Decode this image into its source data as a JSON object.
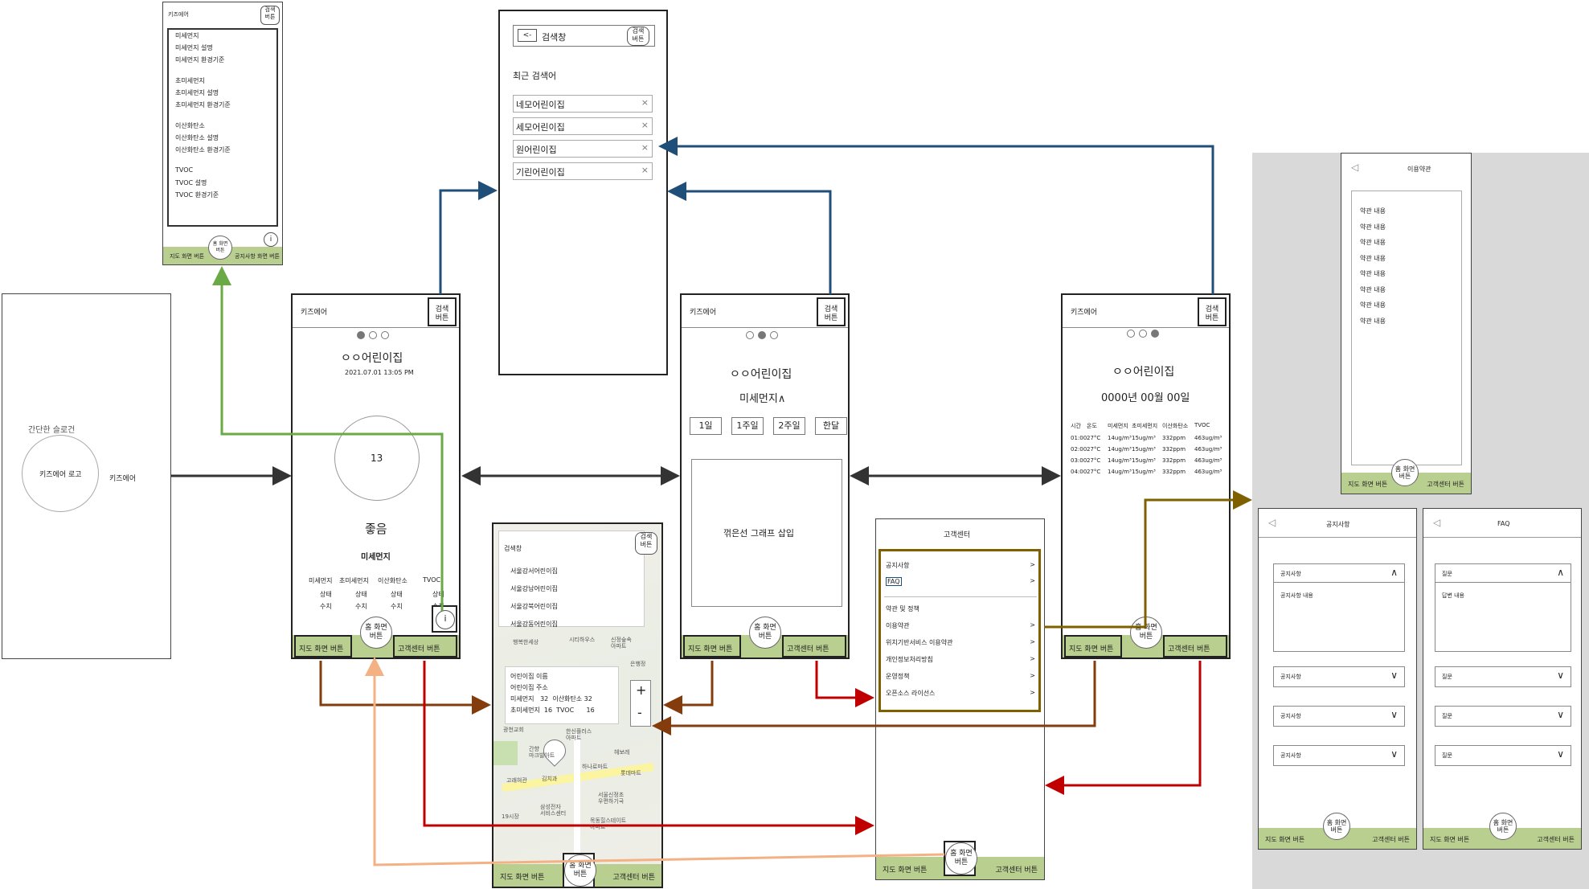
{
  "splash": {
    "tagline": "간단한 슬로건",
    "logo": "키즈에어 로고",
    "name": "키즈에어"
  },
  "common": {
    "app_title": "키즈에어",
    "search_btn": "검색\n버튼",
    "home_btn": "홈 화면\n버튼",
    "map_btn": "지도 화면 버튼",
    "cs_btn": "고객센터 버튼",
    "notice_btn": "공지사항 화면 버튼",
    "info_icon": "i"
  },
  "info_screen": {
    "title": "키즈에어",
    "search_btn": "검색\n버튼",
    "groups": [
      [
        "미세먼지",
        "미세먼지 설명",
        "미세먼지 환경기준"
      ],
      [
        "초미세먼지",
        "초미세먼지 설명",
        "초미세먼지 환경기준"
      ],
      [
        "이산화탄소",
        "이산화탄소 설명",
        "이산화탄소 환경기준"
      ],
      [
        "TVOC",
        "TVOC 설명",
        "TVOC 환경기준"
      ]
    ]
  },
  "search_screen": {
    "back": "<-",
    "title": "검색창",
    "btn": "검색\n버튼",
    "recent_label": "최근 검색어",
    "recent": [
      "네모어린이집",
      "세모어린이집",
      "원어린이집",
      "기린어린이집"
    ],
    "clear": "×"
  },
  "main_screen": {
    "daycare": "ㅇㅇ어린이집",
    "datetime": "2021.07.01 13:05 PM",
    "value": "13",
    "status": "좋음",
    "pollutant": "미세먼지",
    "cols": [
      "미세먼지",
      "초미세먼지",
      "이산화탄소",
      "TVOC"
    ],
    "row1": "상태",
    "row2": "수치"
  },
  "graph_screen": {
    "daycare": "ㅇㅇ어린이집",
    "pollutant": "미세먼지∧",
    "tabs": [
      "1일",
      "1주일",
      "2주일",
      "한달"
    ],
    "placeholder": "꺾은선 그래프 삽입"
  },
  "table_screen": {
    "daycare": "ㅇㅇ어린이집",
    "date": "0000년 00월 00일",
    "headers": [
      "시간",
      "온도",
      "미세먼지",
      "초미세먼지",
      "이산화탄소",
      "TVOC"
    ],
    "rows": [
      [
        "01:00",
        "27°C",
        "14ug/m³",
        "15ug/m³",
        "332ppm",
        "463ug/m³"
      ],
      [
        "02:00",
        "27°C",
        "14ug/m³",
        "15ug/m³",
        "332ppm",
        "463ug/m³"
      ],
      [
        "03:00",
        "27°C",
        "14ug/m³",
        "15ug/m³",
        "332ppm",
        "463ug/m³"
      ],
      [
        "04:00",
        "27°C",
        "14ug/m³",
        "15ug/m³",
        "332ppm",
        "463ug/m³"
      ]
    ]
  },
  "map_screen": {
    "search_label": "검색창",
    "search_btn": "검색\n버튼",
    "results": [
      "서울강서어린이집",
      "서울강남어린이집",
      "서울강북어린이집",
      "서울강동어린이집"
    ],
    "card": [
      "어린이집 이름",
      "어린이집 주소",
      "미세먼지   32  이산화탄소 32",
      "초미세먼지  16  TVOC      16"
    ],
    "zoom_in": "+",
    "zoom_out": "-",
    "places": [
      "행복한세상",
      "시티하우스",
      "신정숲속\n아파트",
      "은행정",
      "광천교회",
      "한신플러스\n아파트",
      "간향\n마크빌아트",
      "헤보레",
      "고래혀관",
      "김치과",
      "하나로마트",
      "롯데마트",
      "서울신정초\n우편하기국",
      "삼성전자\n서비스센터",
      "목동힐스테이트\n아파트",
      "19시장"
    ]
  },
  "cs_screen": {
    "title": "고객센터",
    "items": [
      "공지사항",
      "FAQ",
      "약관 및 정책",
      "이용약관",
      "위치기반서비스 이용약관",
      "개인정보처리방침",
      "운영정책",
      "오픈소스 라이선스"
    ],
    "chev": ">"
  },
  "terms_screen": {
    "back": "◁",
    "title": "이용약관",
    "lines": [
      "약관 내용",
      "약관 내용",
      "약관 내용",
      "약관 내용",
      "약관 내용",
      "약관 내용",
      "약관 내용",
      "약관 내용"
    ]
  },
  "notice_screen": {
    "back": "◁",
    "title": "공지사항",
    "item": "공지사항",
    "content": "공지사항 내용",
    "up": "∧",
    "down": "∨"
  },
  "faq_screen": {
    "back": "◁",
    "title": "FAQ",
    "q": "질문",
    "a": "답변 내용",
    "up": "∧",
    "down": "∨"
  },
  "colors": {
    "green_arrow": "#6aaa46",
    "blue_arrow": "#1f4e79",
    "brown_arrow": "#843c0c",
    "red_arrow": "#c00000",
    "peach_arrow": "#f4b183",
    "olive_box": "#7f6000",
    "footer": "#b9cf8f",
    "gray_panel": "#d9d9d9"
  }
}
